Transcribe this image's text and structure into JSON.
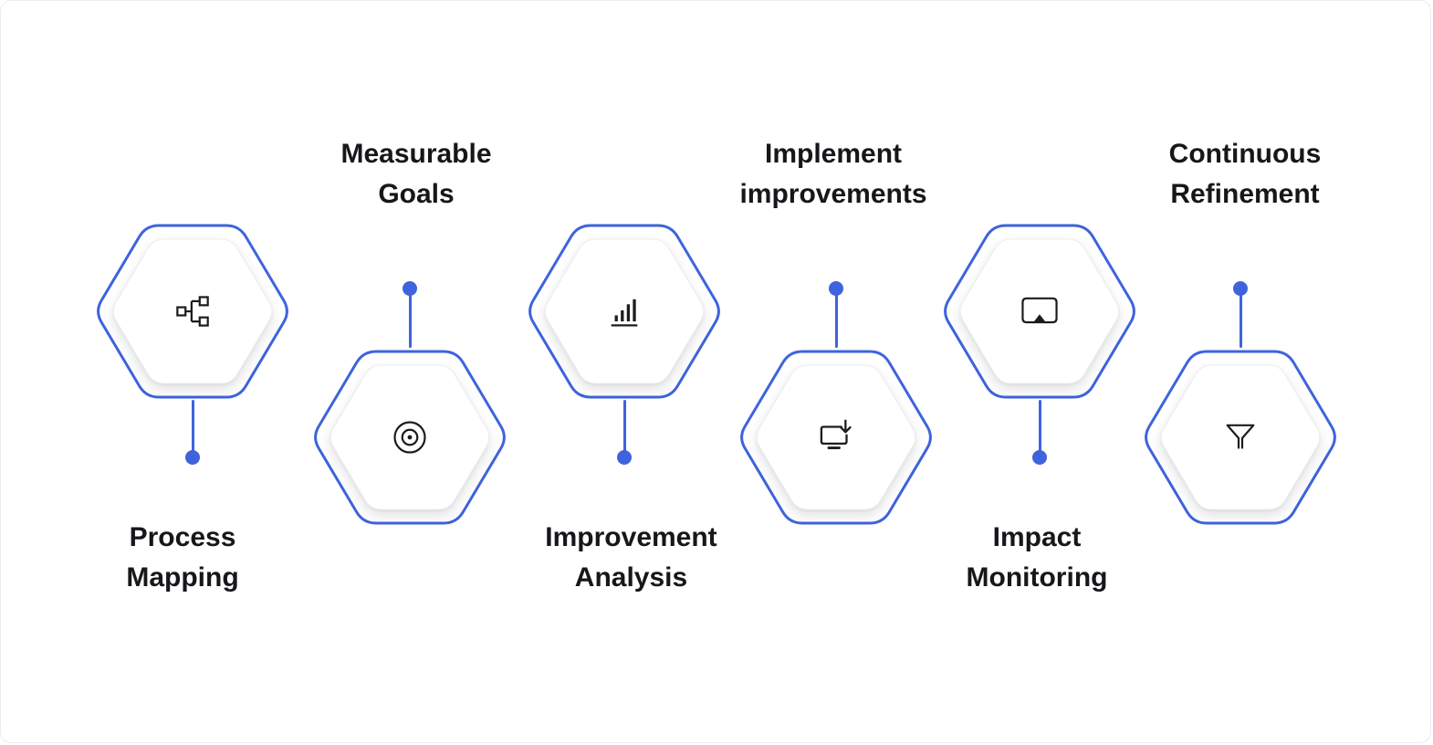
{
  "colors": {
    "accent": "#3E63DD",
    "text": "#16171A",
    "hexagon_fill": "#FFFFFF",
    "background": "#FFFFFF",
    "border": "#ECECF0"
  },
  "steps": [
    {
      "name": "process-mapping",
      "label_line1": "Process",
      "label_line2": "Mapping",
      "icon": "hierarchy-icon",
      "layout": "hexagon-above-label-below"
    },
    {
      "name": "measurable-goals",
      "label_line1": "Measurable",
      "label_line2": "Goals",
      "icon": "target-icon",
      "layout": "label-above-hexagon-below"
    },
    {
      "name": "improvement-analysis",
      "label_line1": "Improvement",
      "label_line2": "Analysis",
      "icon": "bar-chart-icon",
      "layout": "hexagon-above-label-below"
    },
    {
      "name": "implement-improvements",
      "label_line1": "Implement",
      "label_line2": "improvements",
      "icon": "laptop-download-icon",
      "layout": "label-above-hexagon-below"
    },
    {
      "name": "impact-monitoring",
      "label_line1": "Impact",
      "label_line2": "Monitoring",
      "icon": "screen-cast-icon",
      "layout": "hexagon-above-label-below"
    },
    {
      "name": "continuous-refinement",
      "label_line1": "Continuous",
      "label_line2": "Refinement",
      "icon": "funnel-icon",
      "layout": "label-above-hexagon-below"
    }
  ]
}
